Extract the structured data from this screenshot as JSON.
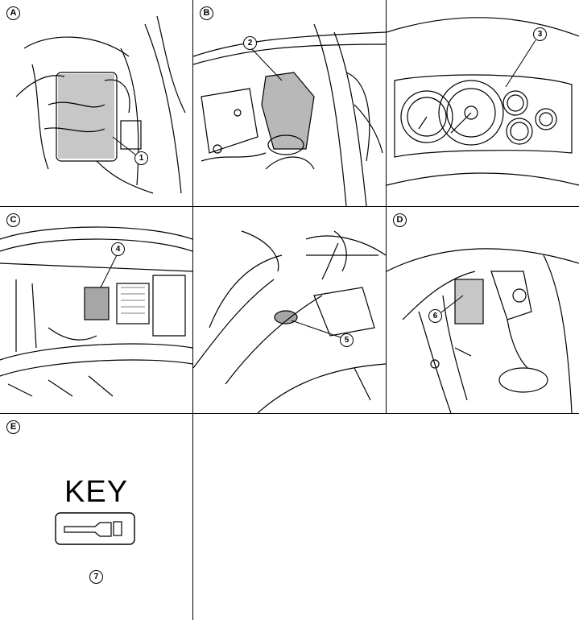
{
  "panels": {
    "a": {
      "letter": "A",
      "callout": "1"
    },
    "b": {
      "letter": "B",
      "callout": "2"
    },
    "c3": {
      "callout": "3"
    },
    "c": {
      "letter": "C",
      "callout": "4"
    },
    "c5": {
      "callout": "5"
    },
    "d": {
      "letter": "D",
      "callout": "6"
    },
    "e": {
      "letter": "E",
      "key_label": "KEY",
      "callout": "7"
    }
  }
}
